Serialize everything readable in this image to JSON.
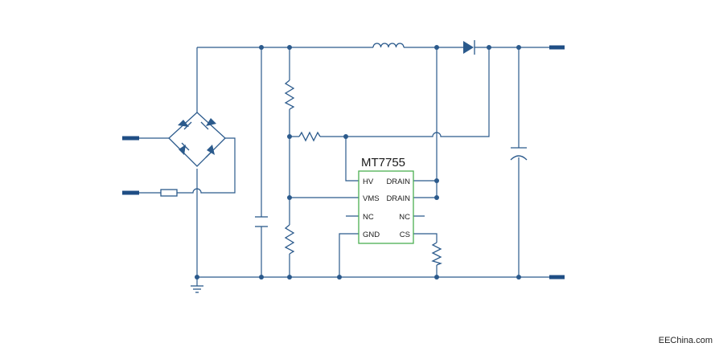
{
  "ic": {
    "name": "MT7755",
    "pins_left": [
      "HV",
      "VMS",
      "NC",
      "GND"
    ],
    "pins_right": [
      "DRAIN",
      "DRAIN",
      "NC",
      "CS"
    ]
  },
  "watermark": "EEChina.com",
  "colors": {
    "wire": "#2b5a8c",
    "ic_border": "#4caf50",
    "terminal": "#1f4e85"
  }
}
